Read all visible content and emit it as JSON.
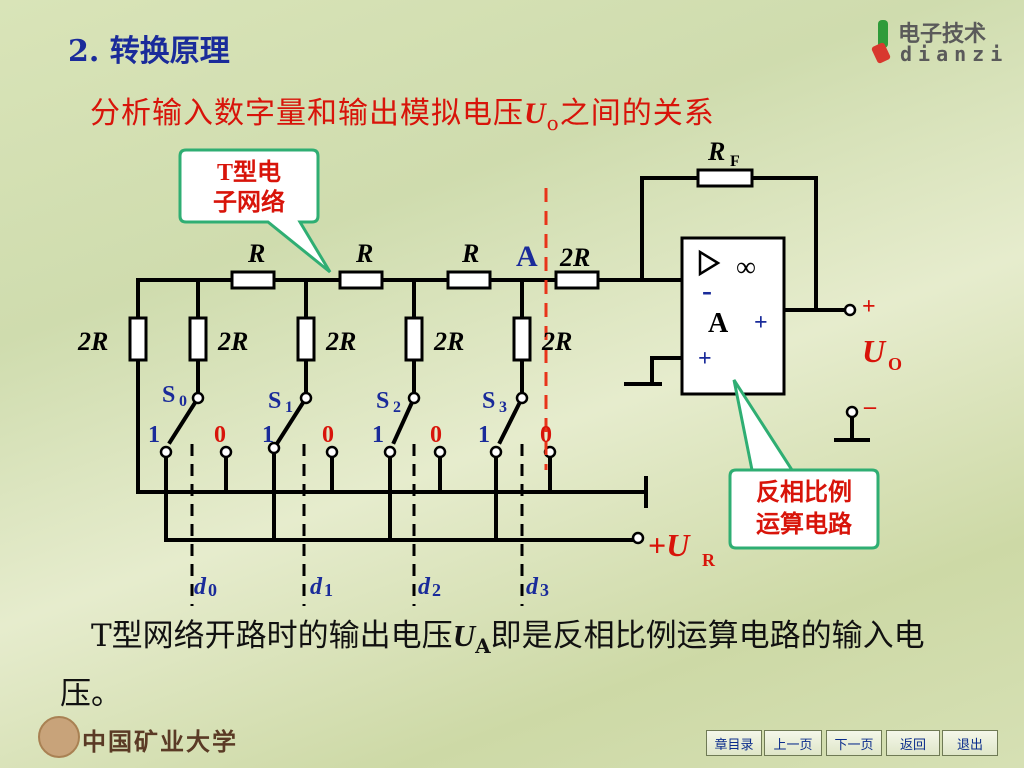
{
  "heading": "2. 转换原理",
  "subtitle": {
    "pre": "分析输入数字量和输出模拟电压",
    "var": "U",
    "sub": "o",
    "post": "之间的关系"
  },
  "logo": {
    "line1": "电子技术",
    "line2": "dianzi"
  },
  "callouts": {
    "t_network": [
      "T型电",
      "子网络"
    ],
    "inverting": [
      "反相比例",
      "运算电路"
    ]
  },
  "circuit": {
    "resistor_R": "R",
    "resistor_2R": "2R",
    "rf": {
      "var": "R",
      "sub": "F"
    },
    "node_a": "A",
    "opamp": {
      "symbol": "∞",
      "label": "A",
      "minus": "-",
      "plus": "+",
      "plus_out": "+"
    },
    "output": {
      "plus": "+",
      "var": "U",
      "sub": "O",
      "minus": "–"
    },
    "reference": {
      "pre": "+",
      "var": "U",
      "sub": "R"
    },
    "switches": [
      {
        "name": "S",
        "sub": "0",
        "one": "1",
        "zero": "0",
        "bit": "d",
        "bit_sub": "0"
      },
      {
        "name": "S",
        "sub": "1",
        "one": "1",
        "zero": "0",
        "bit": "d",
        "bit_sub": "1"
      },
      {
        "name": "S",
        "sub": "2",
        "one": "1",
        "zero": "0",
        "bit": "d",
        "bit_sub": "2"
      },
      {
        "name": "S",
        "sub": "3",
        "one": "1",
        "zero": "0",
        "bit": "d",
        "bit_sub": "3"
      }
    ]
  },
  "body": {
    "pre": "T型网络开路时的输出电压",
    "var": "U",
    "sub": "A",
    "post": "即是反相比例运算电路的输入电压。"
  },
  "school": "中国矿业大学",
  "nav": [
    "章目录",
    "上一页",
    "下一页",
    "返回",
    "退出"
  ]
}
